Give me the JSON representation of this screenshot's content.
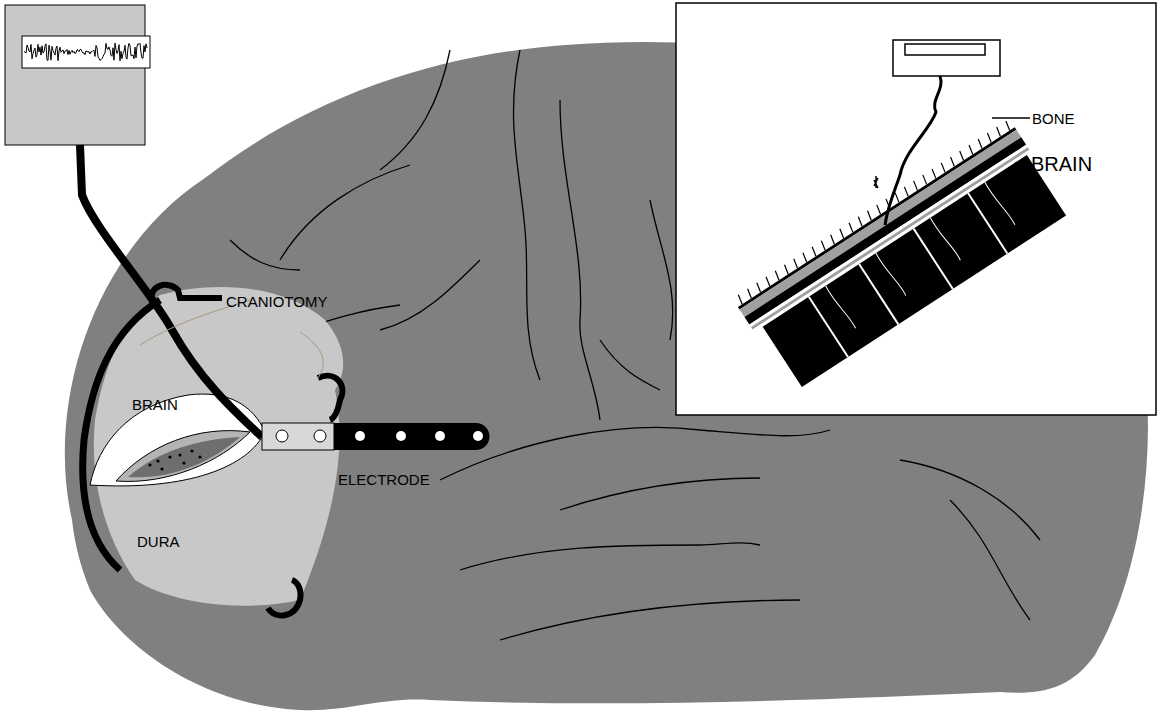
{
  "diagram": {
    "nodes": [
      {
        "text": [
          "DURA"
        ]
      },
      {
        "text": [
          "BRAIN"
        ],
        "in": 0
      }
    ],
    "labels": [
      "CRANIOTOMY",
      "ELECTRODE",
      "BONE",
      "BRAIN"
    ]
  }
}
